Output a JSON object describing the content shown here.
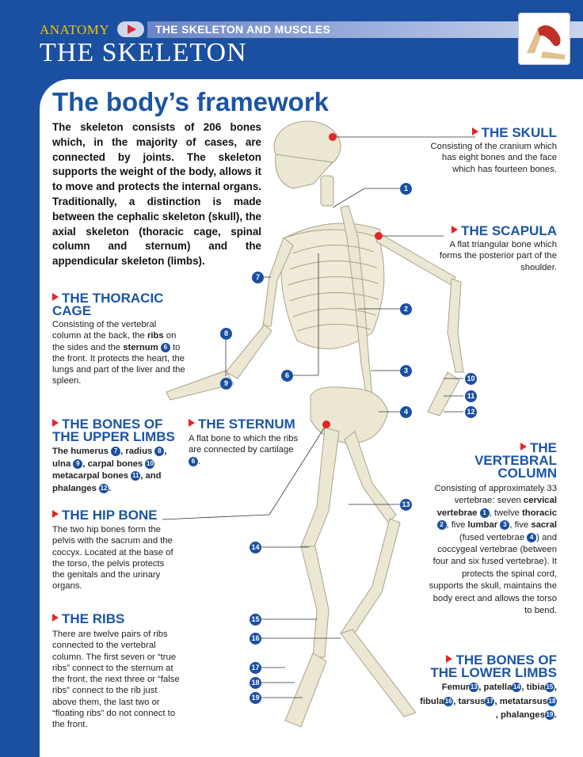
{
  "header": {
    "breadcrumb_anatomy": "ANATOMY",
    "breadcrumb_section": "THE SKELETON AND MUSCLES",
    "title": "THE SKELETON",
    "thumbnail_icon": "muscle-arm-icon"
  },
  "main": {
    "heading": "The body’s framework",
    "intro": "The skeleton consists of 206 bones which, in the majority of cases, are connected by joints. The skeleton supports the weight of the body, allows it to move and protects the internal organs. Traditionally, a distinction is made between the cephalic skeleton (skull), the axial skeleton (thoracic cage, spinal column and sternum) and the appendicular skeleton (limbs)."
  },
  "sections": {
    "thoracic_cage": {
      "title_1": "THE THORACIC",
      "title_2": "CAGE",
      "t1": "Consisting of the vertebral column at the back, the ",
      "b1": "ribs",
      "t2": " on the sides and the ",
      "b2": "sternum",
      "n1": "6",
      "t3": " to the front. It protects the heart, the lungs and part of the liver and the spleen."
    },
    "upper_limbs": {
      "title_1": "THE BONES OF",
      "title_2": "THE UPPER LIMBS",
      "b1": "The humerus",
      "n1": "7",
      "b2": ", radius",
      "n2": "8",
      "b3": ", ulna",
      "n3": "9",
      "b4": ", carpal bones",
      "n4": "10",
      "b5": " metacarpal bones",
      "n5": "11",
      "b6": ", and phalanges",
      "n6": "12",
      "b7": "."
    },
    "sternum": {
      "title": "THE STERNUM",
      "text": "A flat bone to which the ribs are connected by cartilage ",
      "n1": "6",
      "end": "."
    },
    "hip_bone": {
      "title": "THE HIP BONE",
      "text": "The two hip bones form the pelvis with the sacrum and the coccyx. Located at the base of the torso, the pelvis protects the genitals and the urinary organs."
    },
    "ribs": {
      "title": "THE RIBS",
      "text": "There are twelve pairs of ribs connected to the vertebral column. The first seven or “true ribs” connect to the sternum at the front, the next three or “false ribs” connect to the rib just above them, the last two or “floating ribs” do not connect to the front."
    },
    "skull": {
      "title": "THE SKULL",
      "text": "Consisting of the cranium which has eight bones and the face which has fourteen bones."
    },
    "scapula": {
      "title": "THE SCAPULA",
      "text": "A flat triangular bone which forms the posterior part of the shoulder."
    },
    "vertebral": {
      "title_1": "THE",
      "title_2": "VERTEBRAL",
      "title_3": "COLUMN",
      "t1": "Consisting of approximately 33 vertebrae: seven ",
      "b1": "cervical vertebrae",
      "n1": "1",
      "t2": ", twelve ",
      "b2": "thoracic",
      "n2": "2",
      "t3": ", five ",
      "b3": "lumbar",
      "n3": "3",
      "t4": ", five ",
      "b4": "sacral",
      "t5": " (fused vertebrae ",
      "n4": "4",
      "t6": ") and coccygeal vertebrae (between four and six fused vertebrae). It protects the spinal cord, supports the skull, maintains the body erect and allows the torso to bend."
    },
    "lower_limbs": {
      "title_1": "THE BONES OF",
      "title_2": "THE LOWER LIMBS",
      "b1": "Femur",
      "n1": "13",
      "b2": ", patella",
      "n2": "14",
      "b3": ", tibia",
      "n3": "15",
      "b4": ", fibula",
      "n4": "16",
      "b5": ", tarsus",
      "n5": "17",
      "b6": ", metatarsus",
      "n6": "18",
      "b7": ", phalanges",
      "n7": "19",
      "b8": "."
    }
  },
  "callouts": [
    "1",
    "2",
    "3",
    "4",
    "6",
    "7",
    "8",
    "9",
    "10",
    "11",
    "12",
    "13",
    "14",
    "15",
    "16",
    "17",
    "18",
    "19"
  ],
  "colors": {
    "brand_blue": "#1b4fa0",
    "heading_blue": "#1b55a5",
    "accent_red": "#e0262b",
    "header_yellow": "#f5c400",
    "bone": "#e8e4cf"
  }
}
